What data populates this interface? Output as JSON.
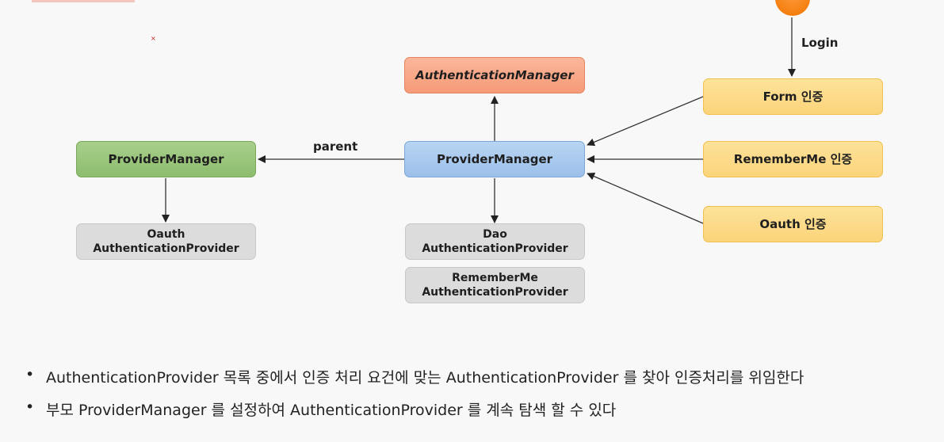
{
  "diagram": {
    "nodes": {
      "auth_manager": "AuthenticationManager",
      "provider_manager_parent": "ProviderManager",
      "provider_manager": "ProviderManager",
      "oauth_provider_line1": "Oauth",
      "oauth_provider_line2": "AuthenticationProvider",
      "dao_provider_line1": "Dao",
      "dao_provider_line2": "AuthenticationProvider",
      "rememberme_provider_line1": "RememberMe",
      "rememberme_provider_line2": "AuthenticationProvider",
      "form_auth": "Form 인증",
      "rememberme_auth": "RememberMe 인증",
      "oauth_auth": "Oauth 인증"
    },
    "edge_labels": {
      "parent": "parent",
      "login": "Login"
    },
    "colors": {
      "orange": "#f59a78",
      "green": "#8dbd6d",
      "blue": "#9cc0ea",
      "yellow": "#fbd47a",
      "gray": "#dcdcdc",
      "start": "#f07400"
    }
  },
  "notes": [
    "AuthenticationProvider 목록 중에서 인증 처리 요건에 맞는 AuthenticationProvider 를 찾아 인증처리를 위임한다",
    "부모 ProviderManager 를 설정하여  AuthenticationProvider 를 계속 탐색 할 수 있다"
  ]
}
